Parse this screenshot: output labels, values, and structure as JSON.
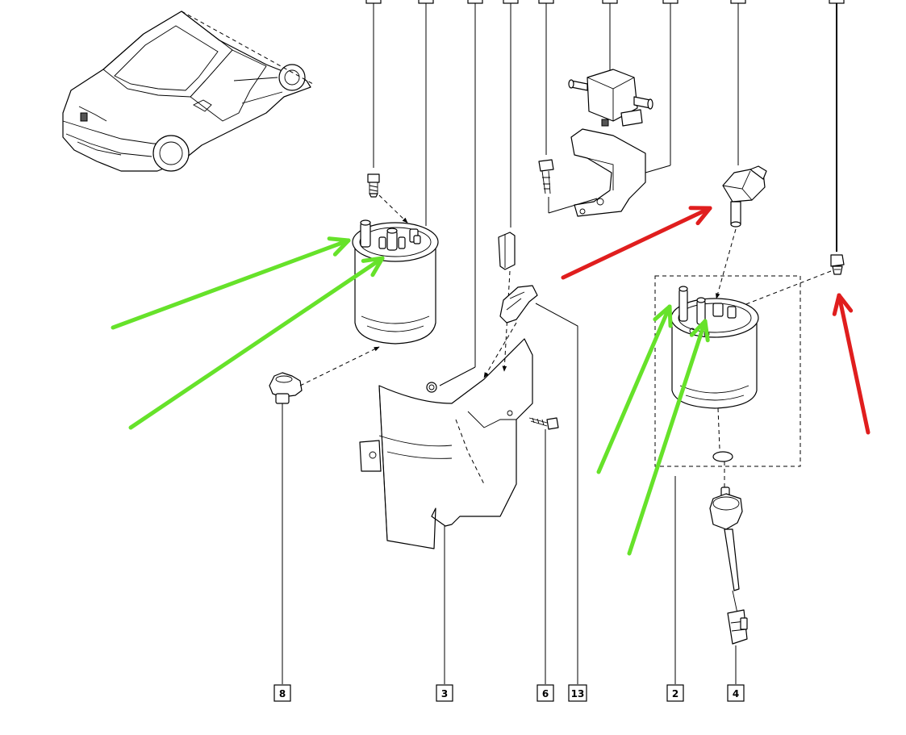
{
  "callouts": {
    "bottom": {
      "c8": "8",
      "c3": "3",
      "c6": "6",
      "c13": "13",
      "c2": "2",
      "c4": "4"
    }
  },
  "colors": {
    "green_arrow": "#66e22a",
    "red_arrow": "#e01e1e",
    "line": "#000000"
  }
}
